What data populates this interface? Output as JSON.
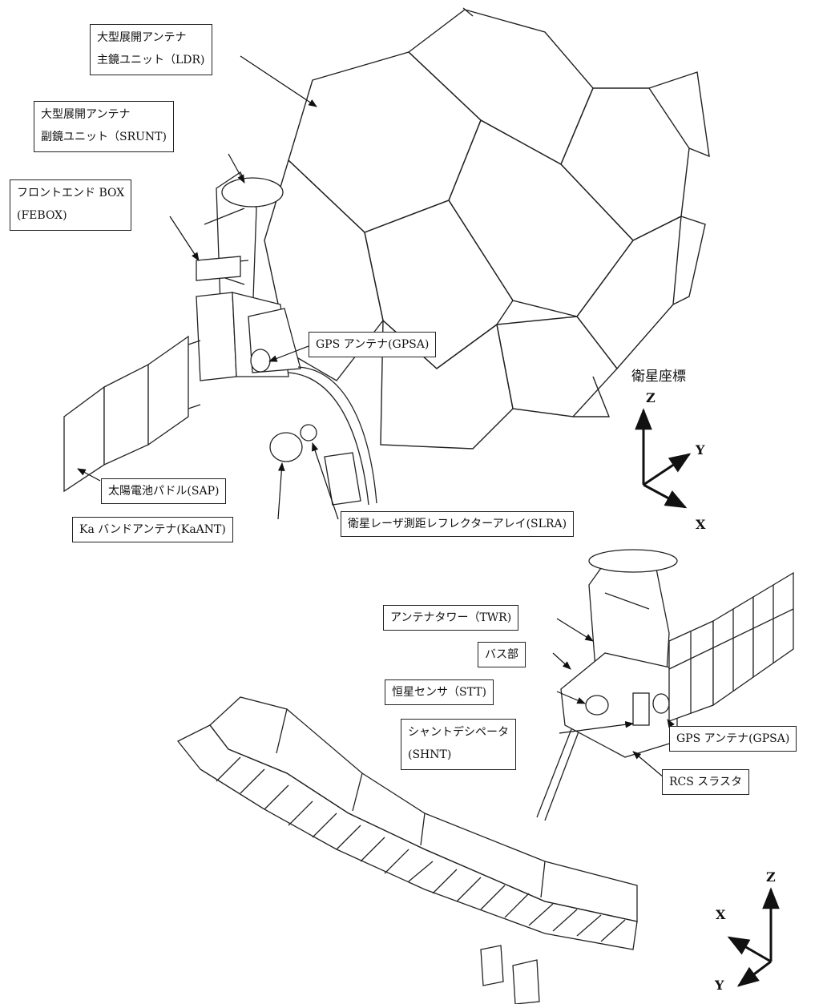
{
  "top": {
    "labels": {
      "ldr": [
        "大型展開アンテナ",
        "主鏡ユニット（LDR)"
      ],
      "srunt": [
        "大型展開アンテナ",
        "副鏡ユニット（SRUNT)"
      ],
      "febox": [
        "フロントエンド BOX",
        "(FEBOX)"
      ],
      "gpsa": "GPS アンテナ(GPSA)",
      "sap": "太陽電池パドル(SAP)",
      "kaant": "Ka バンドアンテナ(KaANT)",
      "slra": "衛星レーザ測距レフレクターアレイ(SLRA)"
    },
    "axes": {
      "title": "衛星座標",
      "z": "Z",
      "y": "Y",
      "x": "X"
    }
  },
  "bottom": {
    "labels": {
      "twr": "アンテナタワー（TWR)",
      "bus": "バス部",
      "stt": "恒星センサ（STT)",
      "shnt": [
        "シャントデシペータ",
        "(SHNT)"
      ],
      "gpsa": "GPS アンテナ(GPSA)",
      "rcs": "RCS スラスタ"
    },
    "axes": {
      "z": "Z",
      "x": "X",
      "y": "Y"
    }
  }
}
